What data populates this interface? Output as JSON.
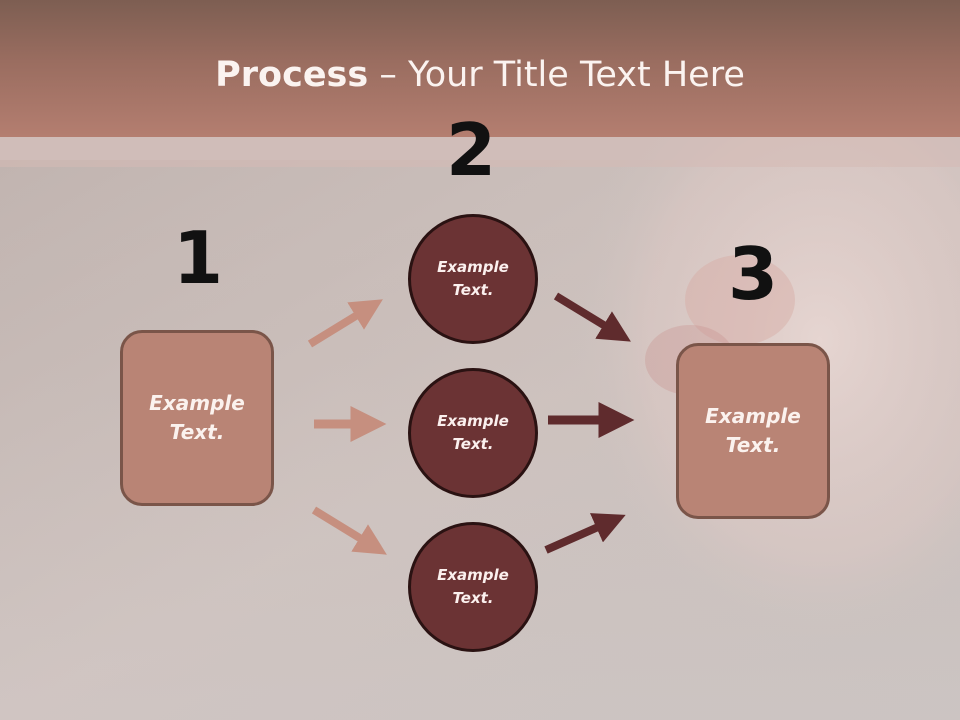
{
  "slide": {
    "title_bold": "Process",
    "title_rest": " – Your Title Text Here"
  },
  "steps": [
    {
      "number": "1",
      "text_line1": "Example",
      "text_line2": "Text."
    },
    {
      "number": "2"
    },
    {
      "number": "3",
      "text_line1": "Example",
      "text_line2": "Text."
    }
  ],
  "circles": [
    {
      "text_line1": "Example",
      "text_line2": "Text."
    },
    {
      "text_line1": "Example",
      "text_line2": "Text."
    },
    {
      "text_line1": "Example",
      "text_line2": "Text."
    }
  ],
  "colors": {
    "header": "#9a6d60",
    "box_fill": "#b98475",
    "circle_fill": "#6b3334",
    "arrow_light": "#c68f7f",
    "arrow_dark": "#5f2b2d"
  },
  "icons": {
    "arrow": "arrow-icon"
  }
}
